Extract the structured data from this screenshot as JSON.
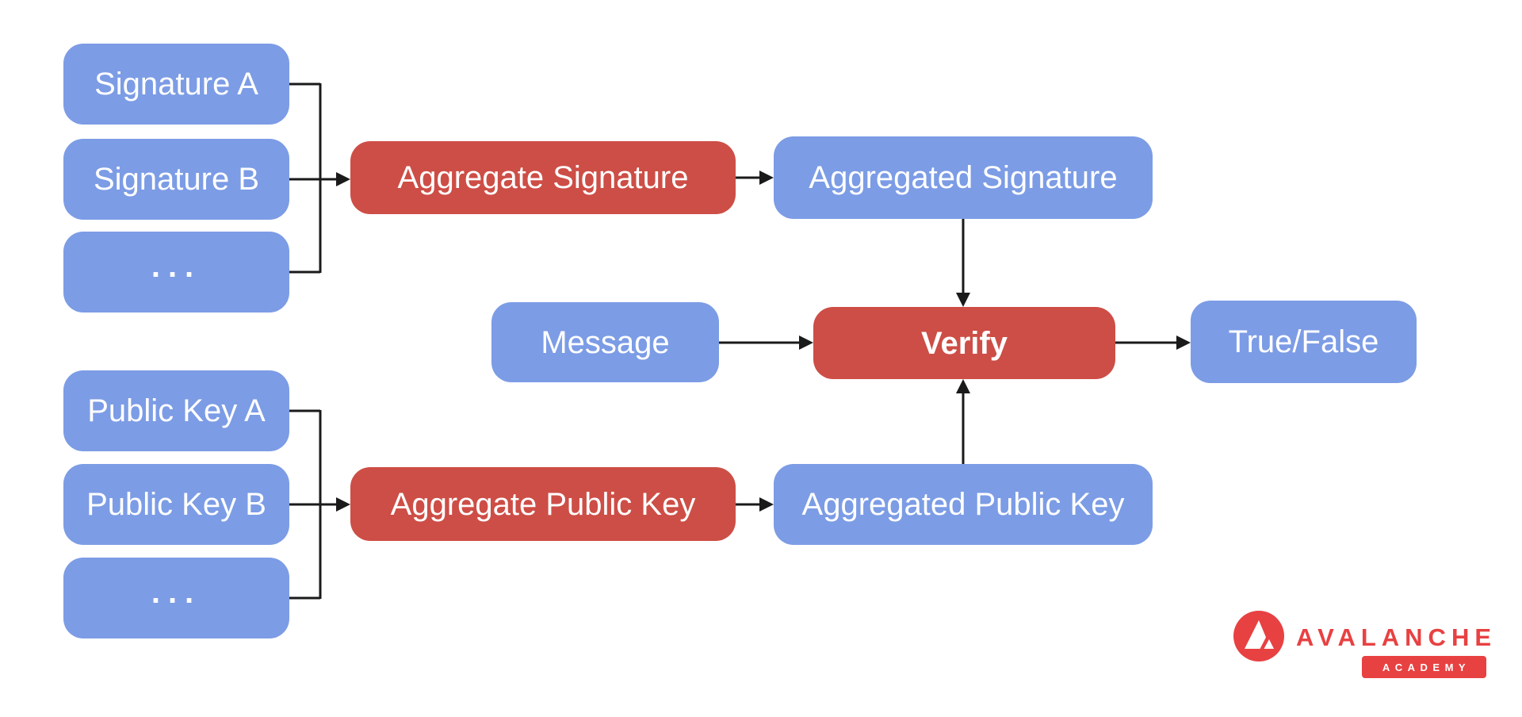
{
  "labels": {
    "signature_a": "Signature A",
    "signature_b": "Signature B",
    "signature_more": "...",
    "public_key_a": "Public Key A",
    "public_key_b": "Public Key B",
    "public_key_more": "...",
    "aggregate_signature": "Aggregate Signature",
    "aggregated_signature": "Aggregated Signature",
    "message": "Message",
    "verify": "Verify",
    "true_false": "True/False",
    "aggregate_public_key": "Aggregate Public Key",
    "aggregated_public_key": "Aggregated Public Key"
  },
  "branding": {
    "brand_name": "AVALANCHE",
    "brand_sub": "ACADEMY",
    "logo_icon": "avalanche-triangle-icon"
  },
  "colors": {
    "box_blue": "#7C9CE5",
    "box_red": "#CD4E46",
    "arrow_black": "#1A1A1A",
    "brand_red": "#E84142",
    "text_white": "#FFFFFF",
    "bg": "#FFFFFF"
  }
}
